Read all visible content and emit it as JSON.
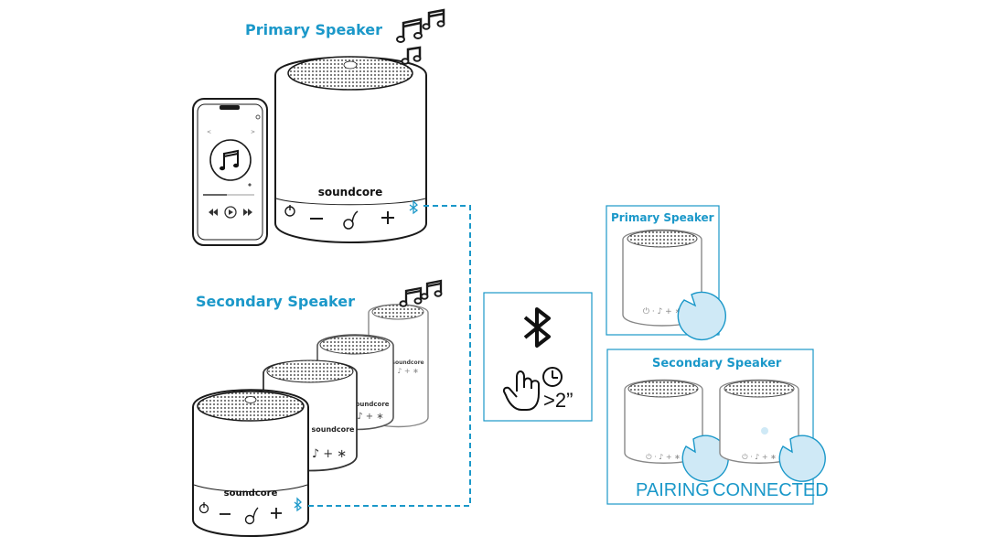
{
  "labels": {
    "primary_speaker": "Primary Speaker",
    "secondary_speaker": "Secondary Speaker",
    "box_primary_speaker": "Primary Speaker",
    "box_secondary_speaker": "Secondary Speaker",
    "pairing": "PAIRING",
    "connected": "CONNECTED",
    "hold_duration": ">2”",
    "brand": "soundcore"
  },
  "colors": {
    "accent": "#1b98c9",
    "line": "#1a1a1a",
    "light_blue": "#cfe9f6"
  },
  "icons": [
    "music-note-icon",
    "bluetooth-icon",
    "hand-press-icon",
    "clock-icon",
    "power-icon",
    "minus-icon",
    "plus-icon",
    "play-pause-icon"
  ]
}
